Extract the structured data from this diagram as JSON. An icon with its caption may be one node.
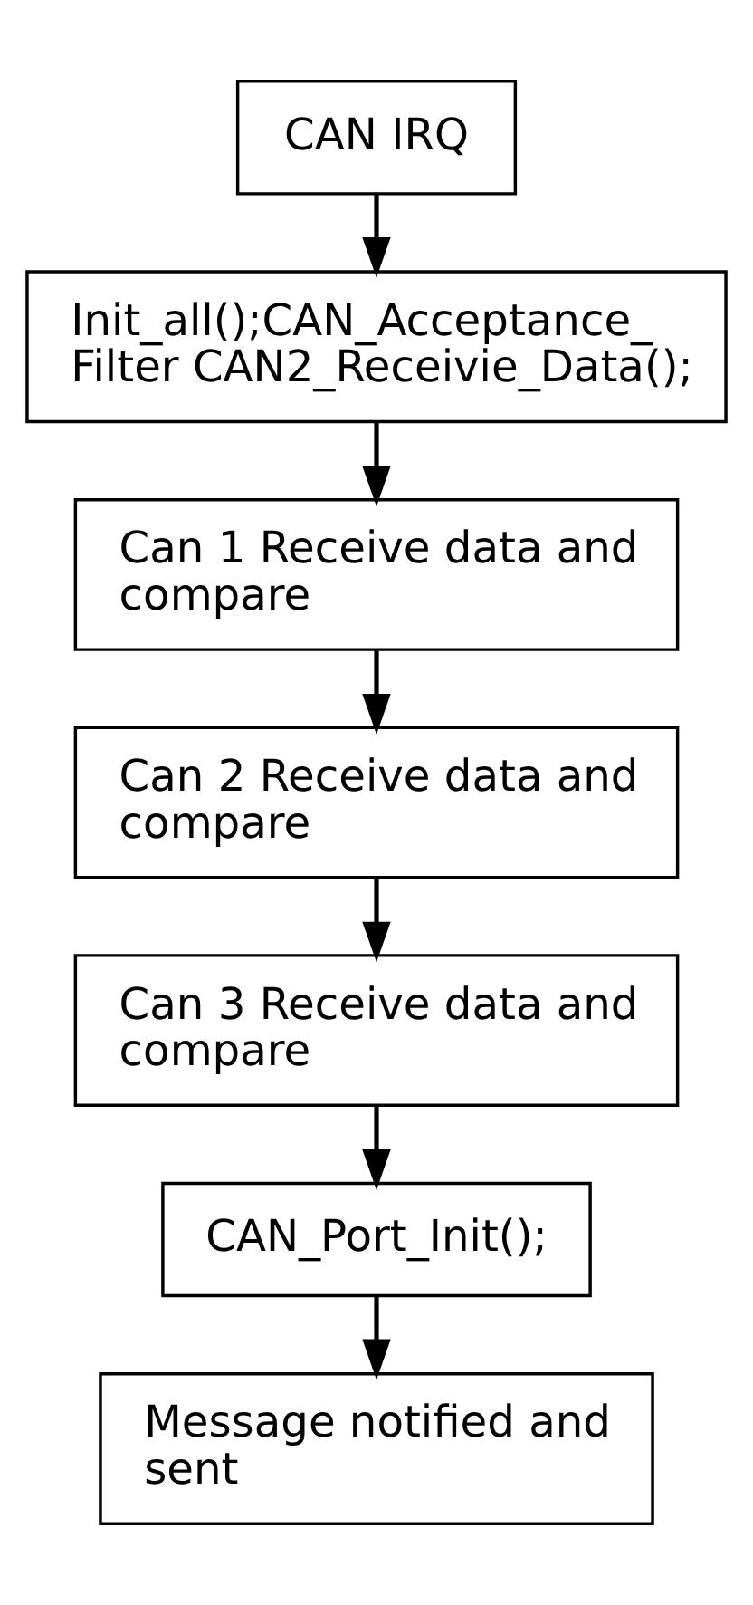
{
  "diagram": {
    "nodes": [
      {
        "text": [
          "CAN IRQ"
        ]
      },
      {
        "text": [
          "Init_all();CAN_Acceptance_ Filter CAN2_Receivie_Data();"
        ]
      },
      {
        "text": [
          "Can 1 Receive data and compare"
        ]
      },
      {
        "text": [
          "Can 2 Receive data and compare"
        ]
      },
      {
        "text": [
          "Can 3 Receive data and compare"
        ]
      },
      {
        "text": [
          "CAN_Port_Init();"
        ]
      },
      {
        "text": [
          "Message notified and sent"
        ]
      }
    ],
    "edges": [
      {
        "from": 0,
        "to": 1,
        "arrow": "to"
      },
      {
        "from": 1,
        "to": 2,
        "arrow": "to"
      },
      {
        "from": 2,
        "to": 3,
        "arrow": "to"
      },
      {
        "from": 3,
        "to": 4,
        "arrow": "to"
      },
      {
        "from": 4,
        "to": 5,
        "arrow": "to"
      },
      {
        "from": 5,
        "to": 6,
        "arrow": "to"
      }
    ]
  }
}
